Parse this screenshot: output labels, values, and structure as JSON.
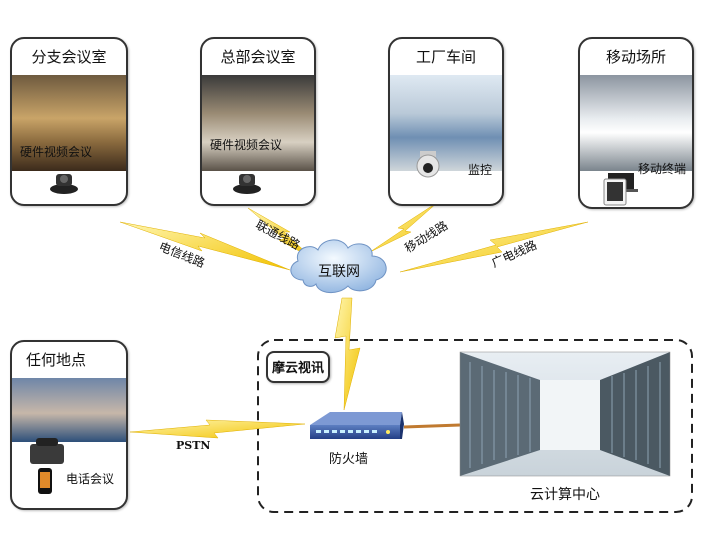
{
  "sites": {
    "branch": {
      "title": "分支会议室",
      "device": "硬件视频会议"
    },
    "hq": {
      "title": "总部会议室",
      "device": "硬件视频会议"
    },
    "factory": {
      "title": "工厂车间",
      "device": "监控"
    },
    "mobile": {
      "title": "移动场所",
      "device": "移动终端"
    },
    "anywhere": {
      "title": "任何地点",
      "device": "电话会议"
    }
  },
  "links": {
    "telecom": "电信线路",
    "unicom": "联通线路",
    "mobile": "移动线路",
    "broadcast": "广电线路",
    "pstn": "PSTN"
  },
  "internet": "互联网",
  "cloud_zone": {
    "title": "摩云视讯",
    "firewall": "防火墙",
    "datacenter": "云计算中心"
  }
}
